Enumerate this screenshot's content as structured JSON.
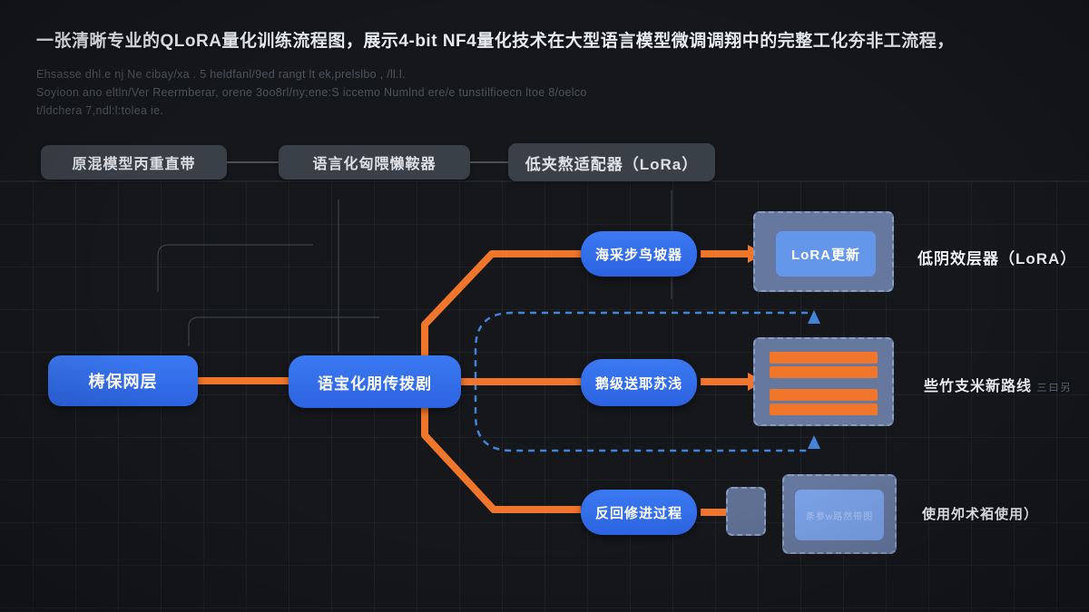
{
  "colors": {
    "background": "#15171b",
    "accent_orange": "#f0762b",
    "accent_blue": "#2f6ef0",
    "dashed_blue": "#4284d8",
    "panel_slate": "#66789e"
  },
  "title": "一张清晰专业的QLoRA量化训练流程图，展示4-bit NF4量化技术在大型语言模型微调调翔中的完整工化夯非工流程，",
  "subtitle_lines": [
    "Ehsasse dhl.e nj Ne cibay/xa . 5 heldfanl/9ed rangt lt ek,prelslbo , /ll.l.",
    "Soyioon ano eltln/Ver Reermberar, orene 3oo8rl/ny;ene:S iccemo Numlnd ere/e tunstilfioecn ltoe 8/oelco",
    "t/ldchera 7,ndl:l:tolea ie."
  ],
  "header_pills": [
    {
      "label": "原混模型丙重直带"
    },
    {
      "label": "语言化匈隈懒鞍器"
    },
    {
      "label": "低夹熬适配器（LoRa）"
    }
  ],
  "flow": {
    "input_box": "梼保网层",
    "quant_box": "语宝化朋传拨剧",
    "branch_top": "海采步鸟坡器",
    "branch_mid": "鹅级送耶苏浅",
    "branch_bottom": "反回修进过程"
  },
  "right_side": {
    "lora_update_box": "LoRA更新",
    "lora_label": "低阴效层器（LoRA）",
    "route_label": "些竹支米新路线",
    "route_label_suffix": "三曰另",
    "weight_bars_count": 4,
    "checkpoint_inner_text": "条参w路然带图",
    "checkpoint_label": "使用夘术袹使用）"
  }
}
